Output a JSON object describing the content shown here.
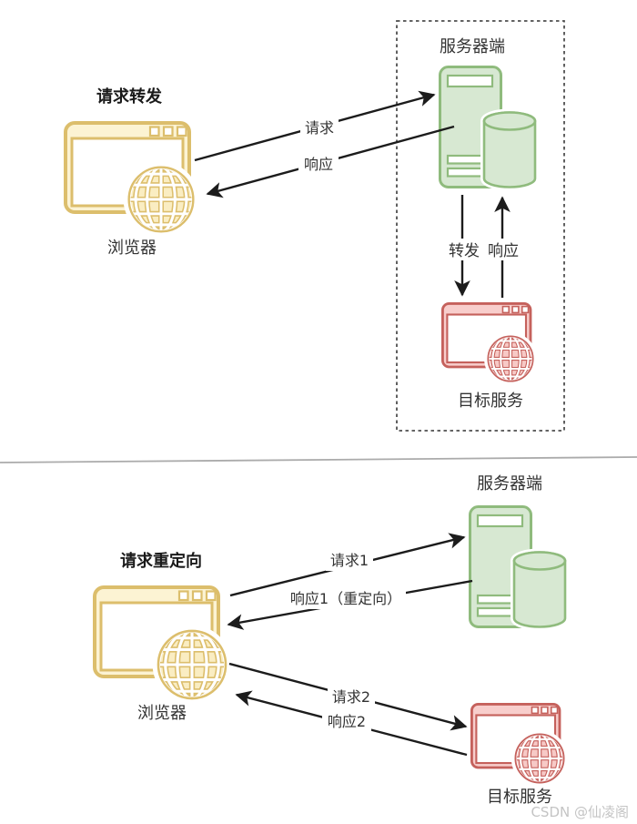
{
  "colors": {
    "yellow-fill": "#FCF3D3",
    "yellow-stroke": "#DCBE6C",
    "yellow-globe-fill": "#FAEDC2",
    "green-fill": "#D7E8D2",
    "green-stroke": "#8FBB7D",
    "red-fill": "#F8CECC",
    "red-stroke": "#C5615C",
    "red-globe-fill": "#F7C9C6",
    "arrow": "#1c1c1c",
    "dash-border": "#4f4f4f",
    "divider": "#ababab",
    "text": "#333333",
    "title": "#1a1a1a",
    "watermark": "#c4c4c4"
  },
  "forward_section": {
    "title": "请求转发",
    "browser_label": "浏览器",
    "server_label": "服务器端",
    "target_label": "目标服务",
    "request_label": "请求",
    "response_label": "响应",
    "forward_label": "转发",
    "forward_response_label": "响应"
  },
  "redirect_section": {
    "title": "请求重定向",
    "browser_label": "浏览器",
    "server_label": "服务器端",
    "target_label": "目标服务",
    "request1_label": "请求1",
    "response1_label": "响应1（重定向）",
    "request2_label": "请求2",
    "response2_label": "响应2"
  },
  "watermark": "CSDN @仙凌阁"
}
